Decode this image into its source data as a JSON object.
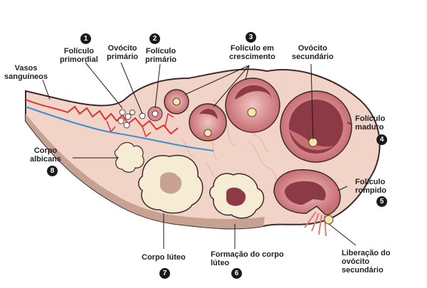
{
  "labels": {
    "vasos": "Vasos\nsanguíneos",
    "foliculo_primordial": "Folículo\nprimordial",
    "ovocito_primario": "Ovócito\nprimário",
    "foliculo_primario": "Folículo\nprimário",
    "foliculo_crescimento": "Folículo em\ncrescimento",
    "ovocito_secundario": "Ovócito\nsecundário",
    "foliculo_maduro": "Folículo\nmaduro",
    "foliculo_rompido": "Folículo\nrompido",
    "liberacao": "Liberação do\novócito\nsecundário",
    "formacao_corpo": "Formação do corpo\nlúteo",
    "corpo_luteo": "Corpo lúteo",
    "corpo_albicans": "Corpo\nalbicans"
  },
  "badges": {
    "b1": "1",
    "b2": "2",
    "b3": "3",
    "b4": "4",
    "b5": "5",
    "b6": "6",
    "b7": "7",
    "b8": "8"
  },
  "colors": {
    "tissue": "#f2d3c8",
    "outline": "#3a2a2a",
    "bottom_band": "#c7a192",
    "follicle_wall": "#b9606a",
    "antrum": "#8b3a46",
    "corpus_luteum": "#f5ecd3",
    "artery": "#e0302a",
    "vein": "#3a8fd0",
    "badge": "#1a1a1a"
  }
}
